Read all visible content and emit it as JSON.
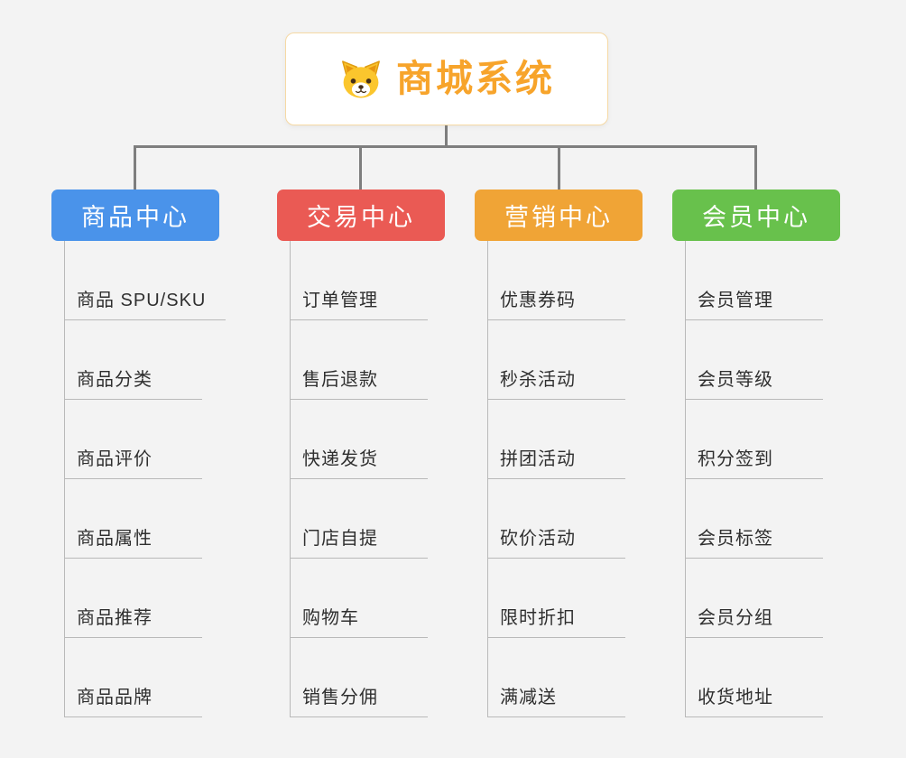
{
  "root": {
    "title": "商城系统",
    "title_color": "#f7a42b",
    "icon": "dog-face-icon",
    "border_color": "#f6d9a4"
  },
  "connector_color": "#7e7e7e",
  "tree_line_color": "#b9b9b9",
  "branches": [
    {
      "title": "商品中心",
      "color": "#4a93ea",
      "items": [
        "商品 SPU/SKU",
        "商品分类",
        "商品评价",
        "商品属性",
        "商品推荐",
        "商品品牌"
      ]
    },
    {
      "title": "交易中心",
      "color": "#ea5a54",
      "items": [
        "订单管理",
        "售后退款",
        "快递发货",
        "门店自提",
        "购物车",
        "销售分佣"
      ]
    },
    {
      "title": "营销中心",
      "color": "#f0a436",
      "items": [
        "优惠券码",
        "秒杀活动",
        "拼团活动",
        "砍价活动",
        "限时折扣",
        "满减送"
      ]
    },
    {
      "title": "会员中心",
      "color": "#68c14c",
      "items": [
        "会员管理",
        "会员等级",
        "积分签到",
        "会员标签",
        "会员分组",
        "收货地址"
      ]
    }
  ]
}
